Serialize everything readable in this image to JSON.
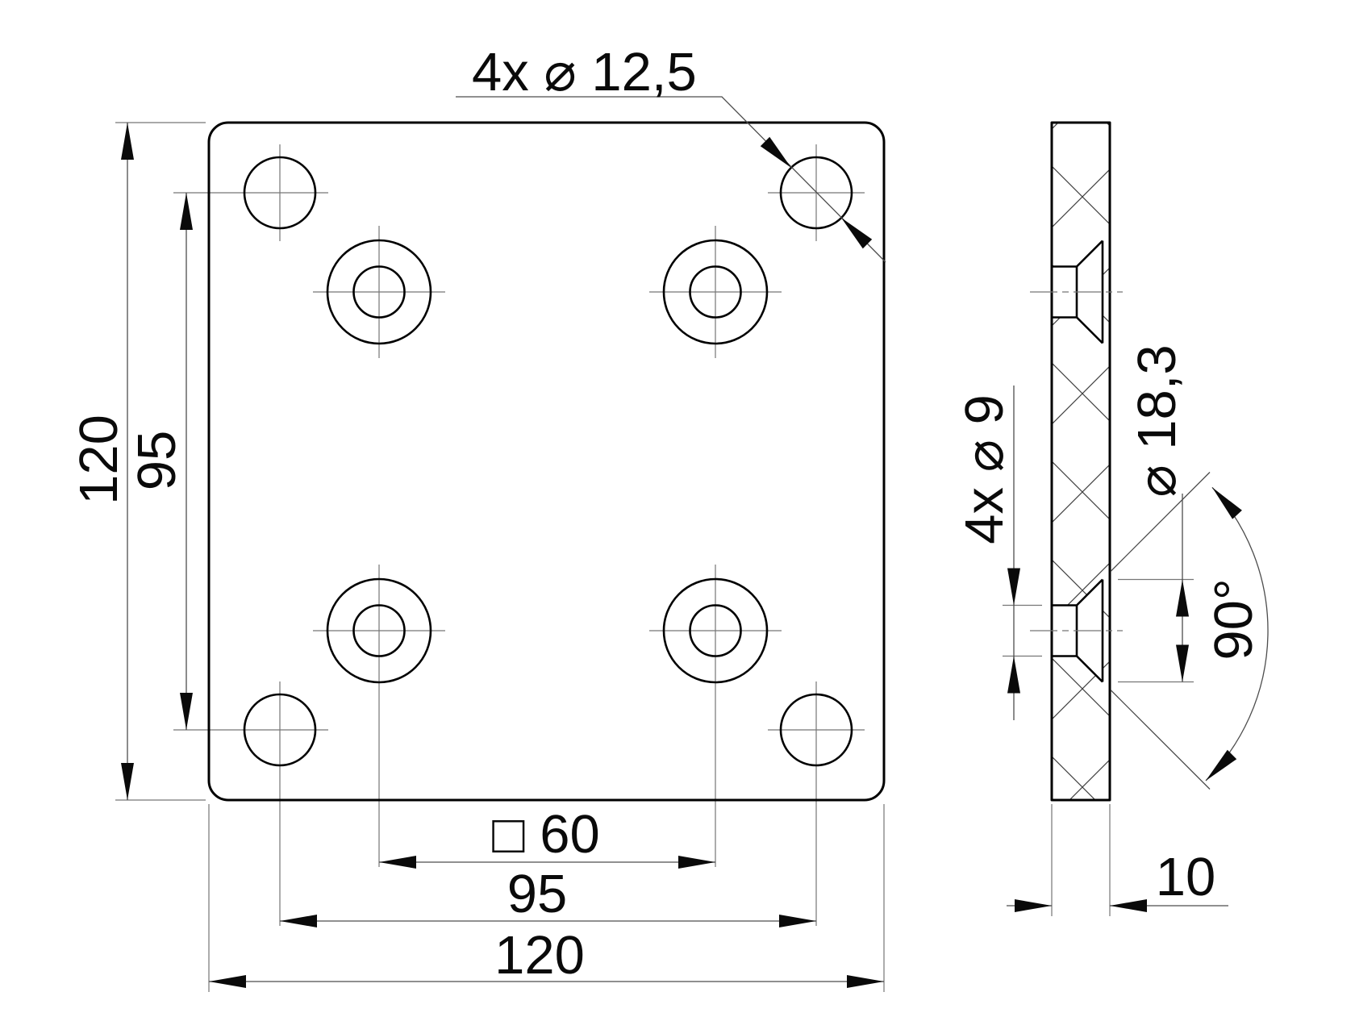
{
  "drawing": {
    "description": "Technical drawing of a square mounting plate with 4 corner through-holes and 4 countersunk holes, front view and hatched section side view",
    "units": "mm",
    "colors": {
      "background": "#ffffff",
      "object_line": "#000000",
      "thin_line": "#767676",
      "dimension_line": "#4d4d4d"
    },
    "front_view": {
      "leader_label": "4x ⌀ 12,5",
      "height_overall_label": "120",
      "height_hole_spacing_label": "95",
      "width_csk_spacing_label": "□ 60",
      "width_hole_spacing_label": "95",
      "width_overall_label": "120"
    },
    "side_view": {
      "bore_label": "4x ⌀ 9",
      "csk_diameter_label": "⌀ 18,3",
      "csk_angle_label": "90°",
      "thickness_label": "10"
    }
  }
}
